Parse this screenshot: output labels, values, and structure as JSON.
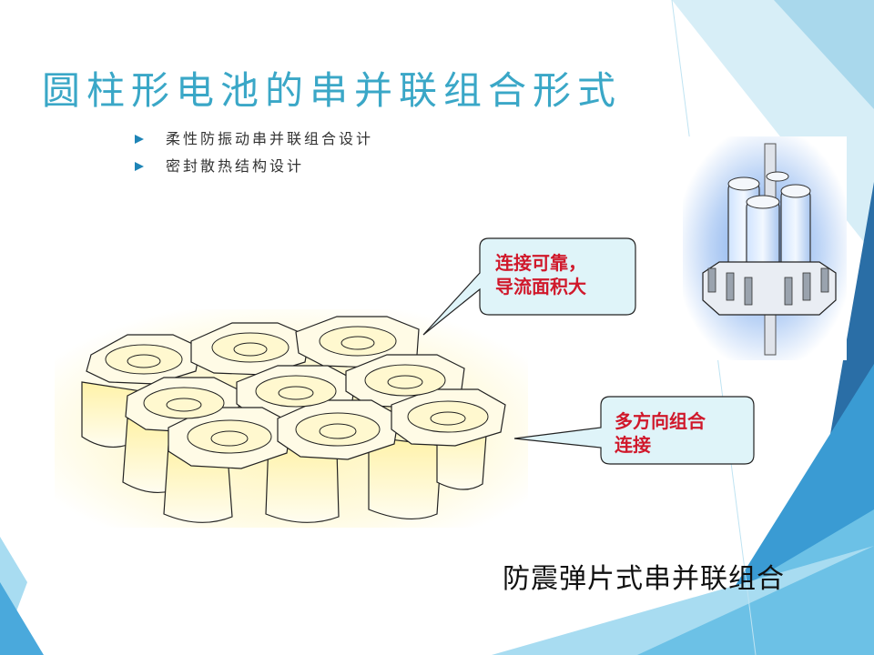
{
  "slide": {
    "title": "圆柱形电池的串并联组合形式",
    "bullets": [
      {
        "label": "柔性防振动串并联组合设计"
      },
      {
        "label": "密封散热结构设计"
      }
    ],
    "callouts": [
      {
        "line1": "连接可靠，",
        "line2": "导流面积大"
      },
      {
        "line1": "多方向组合",
        "line2": "连接"
      }
    ],
    "caption": "防震弹片式串并联组合",
    "colors": {
      "title": "#3aa7c7",
      "accent_blue": "#1e84b6",
      "callout_text": "#d0182b",
      "callout_fill": "#dff4f9",
      "holder_fill": "#fff6c4"
    }
  }
}
